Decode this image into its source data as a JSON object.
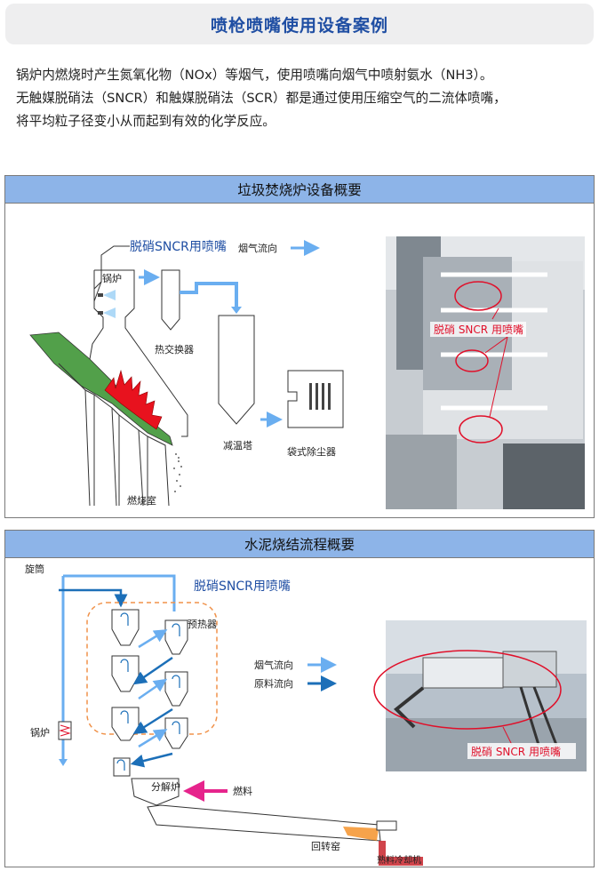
{
  "header": {
    "title": "喷枪喷嘴使用设备案例"
  },
  "intro": {
    "lines": [
      "锅炉内燃烧时产生氮氧化物（NOx）等烟气，使用喷嘴向烟气中喷射氨水（NH3）。",
      "无触媒脱硝法（SNCR）和触媒脱硝法（SCR）都是通过使用压缩空气的二流体喷嘴，",
      "将平均粒子径变小从而起到有效的化学反应。"
    ]
  },
  "incinerator": {
    "title": "垃圾焚烧炉设备概要",
    "nozzle_label": "脱硝SNCR用喷嘴",
    "boiler_label": "锅炉",
    "flue_flow_label": "烟气流向",
    "heat_exchanger_label": "热交换器",
    "cooling_tower_label": "减温塔",
    "bag_filter_label": "袋式除尘器",
    "combustion_chamber_label": "燃烧室",
    "photo_caption": "脱硝 SNCR 用喷嘴"
  },
  "cement": {
    "title": "水泥烧结流程概要",
    "cyclone_label": "旋筒",
    "nozzle_label": "脱硝SNCR用喷嘴",
    "preheater_label": "预热器",
    "flue_flow_label": "烟气流向",
    "raw_flow_label": "原料流向",
    "boiler_label": "锅炉",
    "calciner_label": "分解炉",
    "fuel_label": "燃料",
    "kiln_label": "回转窑",
    "cooler_label": "熟料冷却机",
    "photo_caption": "脱硝 SNCR 用喷嘴"
  },
  "colors": {
    "title_text": "#1f4ea3",
    "panel_header": "#8db4e8",
    "flue_arrow": "#6aaef0",
    "raw_arrow": "#1c6fb8",
    "accent_red": "#e0102a",
    "fuel_arrow": "#e6248c",
    "preheater_outline": "#f0924a",
    "waste_green": "#52a04a"
  }
}
